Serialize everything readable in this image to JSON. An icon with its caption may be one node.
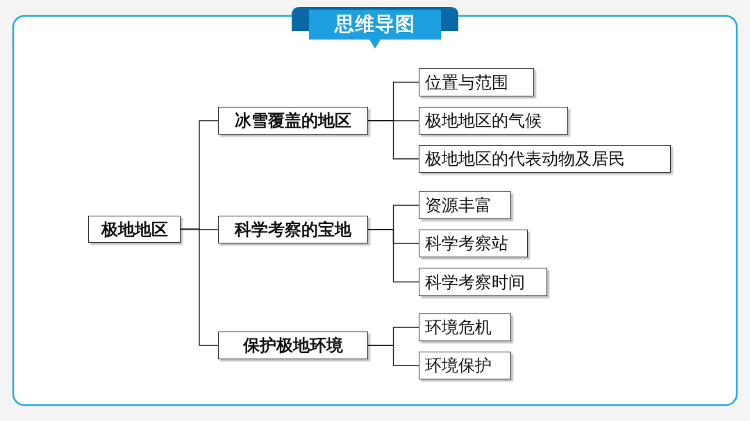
{
  "diagram": {
    "title": "思维导图",
    "nodes": [
      {
        "text": [
          "极地地区"
        ]
      },
      {
        "text": [
          "冰雪覆盖的地区"
        ]
      },
      {
        "text": [
          "科学考察的宝地"
        ]
      },
      {
        "text": [
          "保护极地环境"
        ]
      },
      {
        "text": [
          "位置与范围"
        ]
      },
      {
        "text": [
          "极地地区的气候"
        ]
      },
      {
        "text": [
          "极地地区的代表动物及居民"
        ]
      },
      {
        "text": [
          "资源丰富"
        ]
      },
      {
        "text": [
          "科学考察站"
        ]
      },
      {
        "text": [
          "科学考察时间"
        ]
      },
      {
        "text": [
          "环境危机"
        ]
      },
      {
        "text": [
          "环境保护"
        ]
      }
    ],
    "edges": [
      {
        "from": 0,
        "to": 1,
        "arrow": "none"
      },
      {
        "from": 0,
        "to": 2,
        "arrow": "none"
      },
      {
        "from": 0,
        "to": 3,
        "arrow": "none"
      },
      {
        "from": 1,
        "to": 4,
        "arrow": "none"
      },
      {
        "from": 1,
        "to": 5,
        "arrow": "none"
      },
      {
        "from": 1,
        "to": 6,
        "arrow": "none"
      },
      {
        "from": 2,
        "to": 7,
        "arrow": "none"
      },
      {
        "from": 2,
        "to": 8,
        "arrow": "none"
      },
      {
        "from": 2,
        "to": 9,
        "arrow": "none"
      },
      {
        "from": 3,
        "to": 10,
        "arrow": "none"
      },
      {
        "from": 3,
        "to": 11,
        "arrow": "none"
      }
    ]
  }
}
